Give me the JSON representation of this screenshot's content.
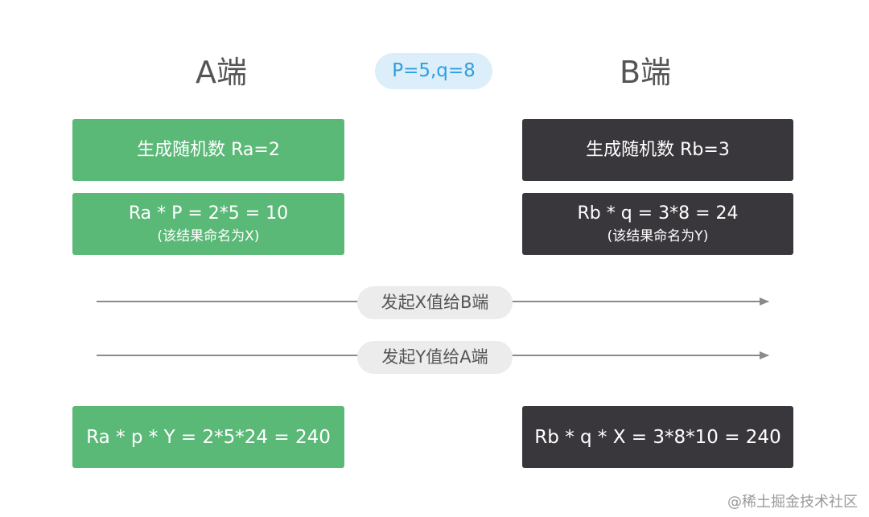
{
  "headings": {
    "party_a": "A端",
    "party_b": "B端"
  },
  "params": "P=5,q=8",
  "party_a_steps": {
    "random": "生成随机数 Ra=2",
    "compute": "Ra * P = 2*5 = 10",
    "compute_note": "(该结果命名为X)",
    "final": "Ra * p * Y = 2*5*24 = 240"
  },
  "party_b_steps": {
    "random": "生成随机数 Rb=3",
    "compute": "Rb * q = 3*8 = 24",
    "compute_note": "(该结果命名为Y)",
    "final": "Rb * q * X = 3*8*10 = 240"
  },
  "messages": {
    "send_x": "发起X值给B端",
    "send_y": "发起Y值给A端"
  },
  "watermark": "@稀土掘金技术社区",
  "colors": {
    "party_a_box": "#5bb978",
    "party_b_box": "#3a373c",
    "params_pill_bg": "#dbeefa",
    "params_text": "#2f9fdc",
    "message_pill_bg": "#ececec",
    "arrow": "#8a8a8a"
  }
}
